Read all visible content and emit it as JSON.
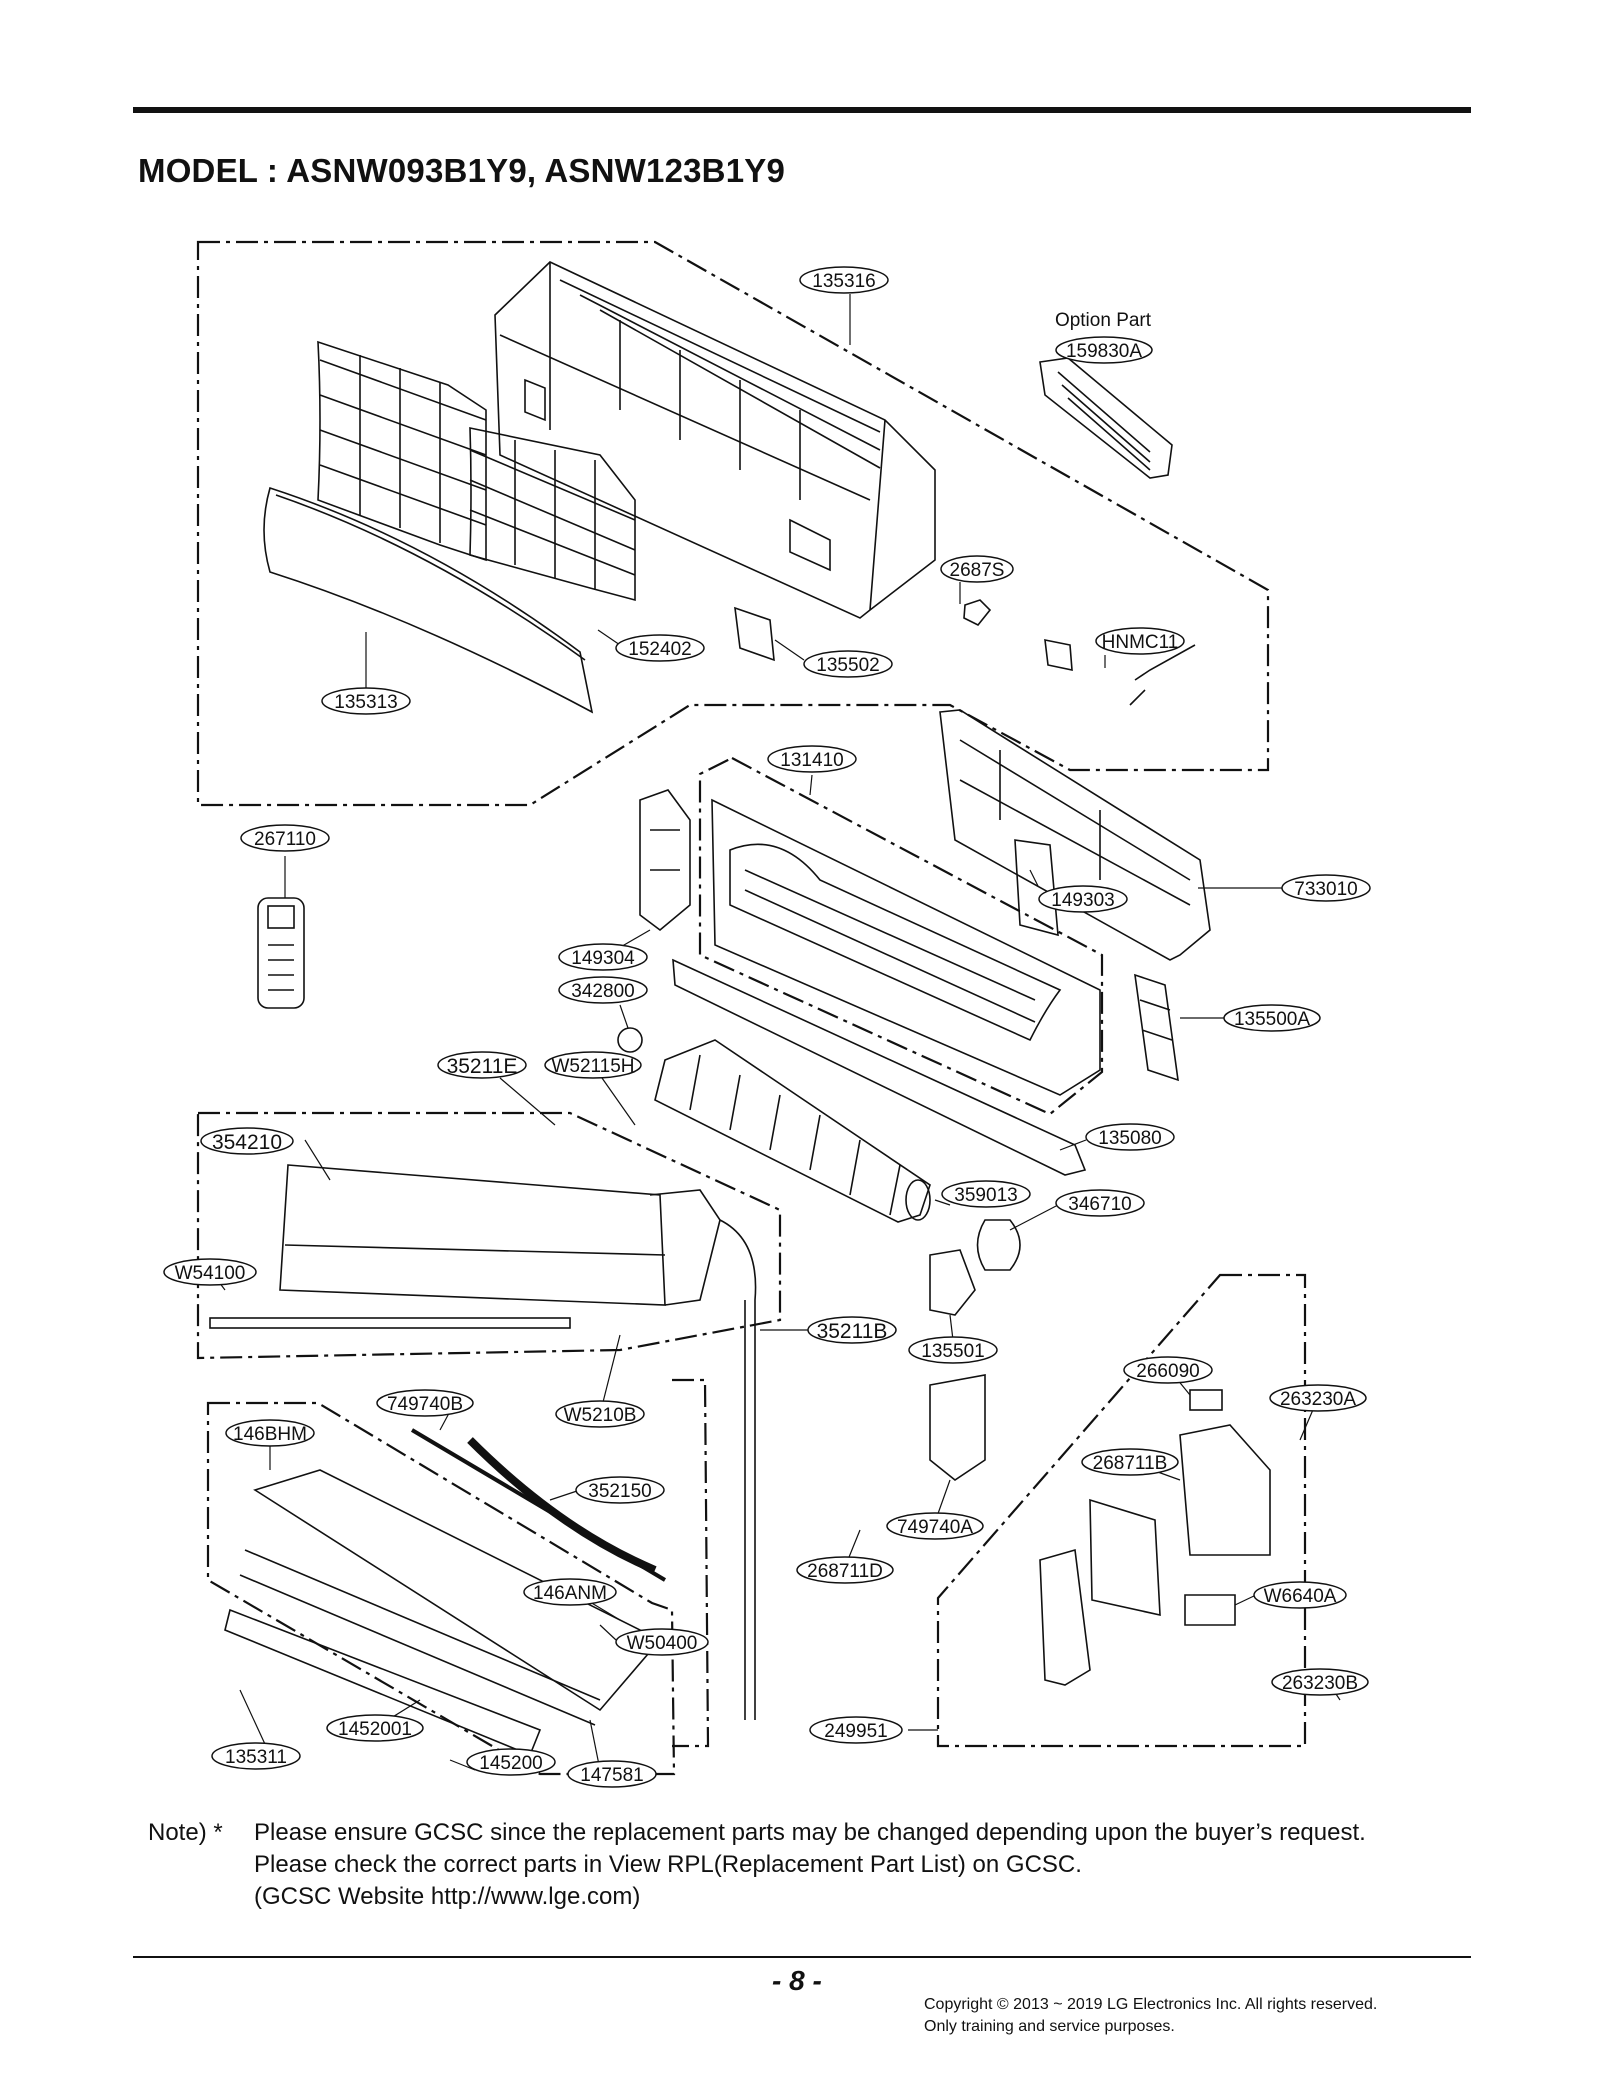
{
  "header": {
    "title": "MODEL : ASNW093B1Y9, ASNW123B1Y9"
  },
  "labels": {
    "option_part": "Option Part",
    "callouts": [
      "135316",
      "159830A",
      "2687S",
      "HNMC11",
      "152402",
      "135502",
      "135313",
      "131410",
      "733010",
      "149303",
      "267110",
      "149304",
      "342800",
      "135500A",
      "35211E",
      "W52115H",
      "354210",
      "135080",
      "359013",
      "346710",
      "W54100",
      "35211B",
      "135501",
      "266090",
      "263230A",
      "749740B",
      "W5210B",
      "146BHM",
      "268711B",
      "352150",
      "749740A",
      "268711D",
      "146ANM",
      "W6640A",
      "W50400",
      "263230B",
      "1452001",
      "249951",
      "135311",
      "145200",
      "147581"
    ]
  },
  "note": {
    "lead": "Note) *",
    "line1": "Please ensure GCSC since the replacement parts may be changed depending upon the buyer’s request.",
    "line2": "Please check the correct parts in View RPL(Replacement Part List) on GCSC.",
    "line3": "(GCSC Website http://www.lge.com)"
  },
  "footer": {
    "page_number": "- 8 -",
    "copyright_line1": "Copyright © 2013 ~ 2019 LG Electronics Inc. All rights reserved.",
    "copyright_line2": "Only training and service purposes."
  }
}
